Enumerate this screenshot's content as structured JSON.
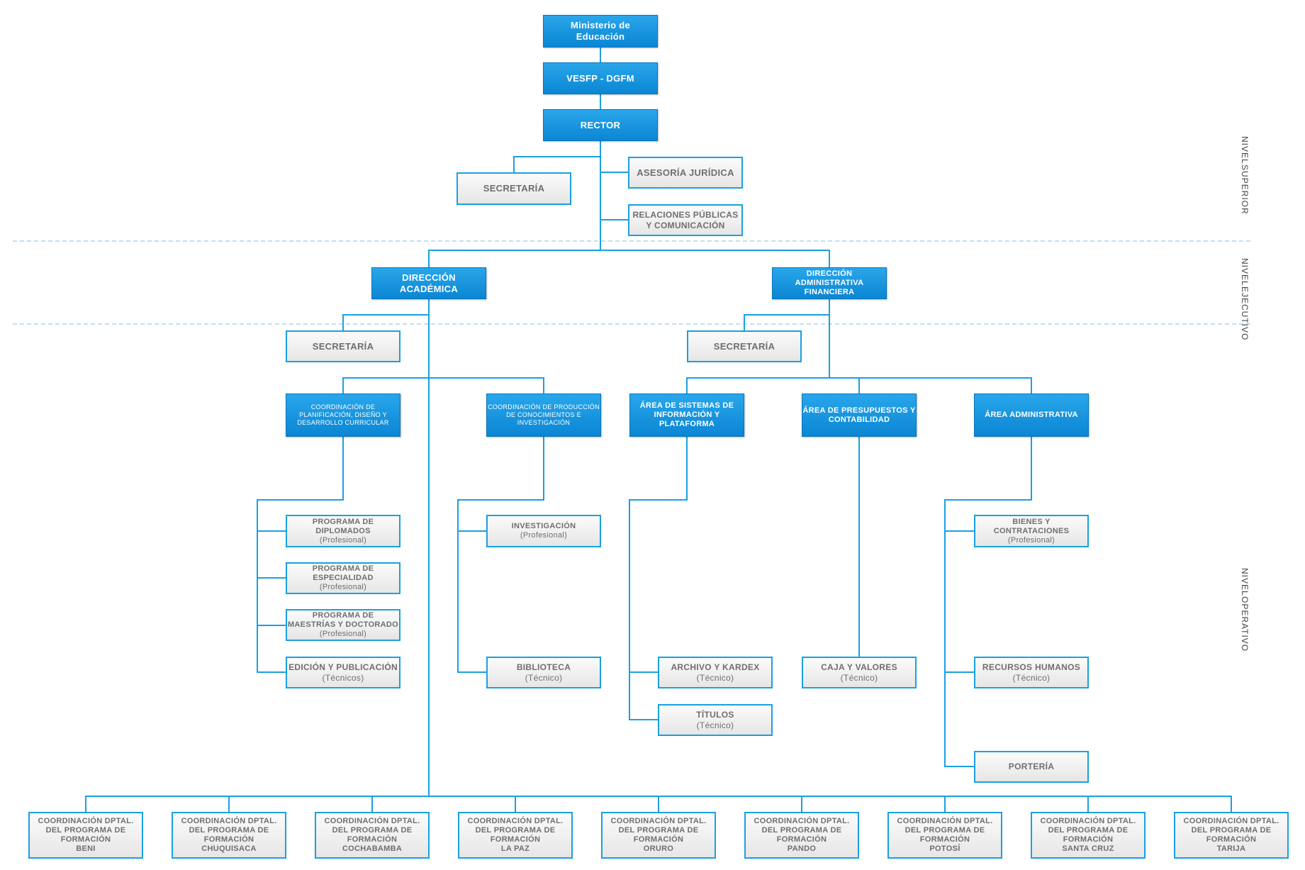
{
  "colors": {
    "primary_blue": "#0a86d4",
    "connector_blue": "#1aa0e0",
    "border_blue": "#1aa0e0",
    "gray_box": "#ececec",
    "gray_text": "#6f6f6f",
    "divider": "#9ec9e6"
  },
  "levels": {
    "superior": [
      "NIVEL",
      "SUPERIOR"
    ],
    "ejecutivo": [
      "NIVEL",
      "EJECUTIVO"
    ],
    "operativo": [
      "NIVEL",
      "OPERATIVO"
    ]
  },
  "nodes": {
    "ministerio": [
      "Ministerio de",
      "Educación"
    ],
    "vesfp": [
      "VESFP - DGFM"
    ],
    "rector": [
      "RECTOR"
    ],
    "secretaria_rector": [
      "SECRETARÍA"
    ],
    "asesoria": [
      "ASESORÍA JURÍDICA"
    ],
    "relaciones": [
      "RELACIONES PÚBLICAS",
      "Y COMUNICACIÓN"
    ],
    "dir_academica": [
      "DIRECCIÓN",
      "ACADÉMICA"
    ],
    "dir_admin": [
      "DIRECCIÓN",
      "ADMINISTRATIVA",
      "FINANCIERA"
    ],
    "secretaria_academica": [
      "SECRETARÍA"
    ],
    "secretaria_admin": [
      "SECRETARÍA"
    ],
    "coord_planificacion": [
      "COORDINACIÓN DE",
      "PLANIFICACIÓN, DISEÑO Y",
      "DESARROLLO CURRICULAR"
    ],
    "coord_produccion": [
      "COORDINACIÓN DE PRODUCCIÓN",
      "DE CONOCIMIENTOS E",
      "INVESTIGACIÓN"
    ],
    "area_sistemas": [
      "ÁREA DE SISTEMAS DE",
      "INFORMACIÓN Y",
      "PLATAFORMA"
    ],
    "area_presupuestos": [
      "ÁREA DE PRESUPUESTOS Y",
      "CONTABILIDAD"
    ],
    "area_administrativa": [
      "ÁREA ADMINISTRATIVA"
    ],
    "prog_diplomados": [
      "PROGRAMA DE",
      "DIPLOMADOS",
      "(Profesional)"
    ],
    "prog_especialidad": [
      "PROGRAMA DE",
      "ESPECIALIDAD",
      "(Profesional)"
    ],
    "prog_maestrias": [
      "PROGRAMA DE",
      "MAESTRÍAS Y DOCTORADO",
      "(Profesional)"
    ],
    "edicion": [
      "EDICIÓN Y PUBLICACIÓN",
      "(Técnicos)"
    ],
    "investigacion": [
      "INVESTIGACIÓN",
      "(Profesional)"
    ],
    "biblioteca": [
      "BIBLIOTECA",
      "(Técnico)"
    ],
    "archivo": [
      "ARCHIVO Y KARDEX",
      "(Técnico)"
    ],
    "titulos": [
      "TÍTULOS",
      "(Técnico)"
    ],
    "caja": [
      "CAJA Y VALORES",
      "(Técnico)"
    ],
    "bienes": [
      "BIENES Y",
      "CONTRATACIONES",
      "(Profesional)"
    ],
    "rrhh": [
      "RECURSOS HUMANOS",
      "(Técnico)"
    ],
    "porteria": [
      "PORTERÍA"
    ],
    "dept_beni": [
      "COORDINACIÓN DPTAL.",
      "DEL PROGRAMA DE",
      "FORMACIÓN",
      "BENI"
    ],
    "dept_chuquisaca": [
      "COORDINACIÓN DPTAL.",
      "DEL PROGRAMA DE",
      "FORMACIÓN",
      "CHUQUISACA"
    ],
    "dept_cochabamba": [
      "COORDINACIÓN DPTAL.",
      "DEL PROGRAMA DE",
      "FORMACIÓN",
      "COCHABAMBA"
    ],
    "dept_lapaz": [
      "COORDINACIÓN DPTAL.",
      "DEL PROGRAMA DE",
      "FORMACIÓN",
      "LA PAZ"
    ],
    "dept_oruro": [
      "COORDINACIÓN DPTAL.",
      "DEL PROGRAMA DE",
      "FORMACIÓN",
      "ORURO"
    ],
    "dept_pando": [
      "COORDINACIÓN DPTAL.",
      "DEL PROGRAMA DE",
      "FORMACIÓN",
      "PANDO"
    ],
    "dept_potosi": [
      "COORDINACIÓN DPTAL.",
      "DEL PROGRAMA DE",
      "FORMACIÓN",
      "POTOSÍ"
    ],
    "dept_santacruz": [
      "COORDINACIÓN DPTAL.",
      "DEL PROGRAMA DE",
      "FORMACIÓN",
      "SANTA CRUZ"
    ],
    "dept_tarija": [
      "COORDINACIÓN DPTAL.",
      "DEL PROGRAMA DE",
      "FORMACIÓN",
      "TARIJA"
    ]
  }
}
